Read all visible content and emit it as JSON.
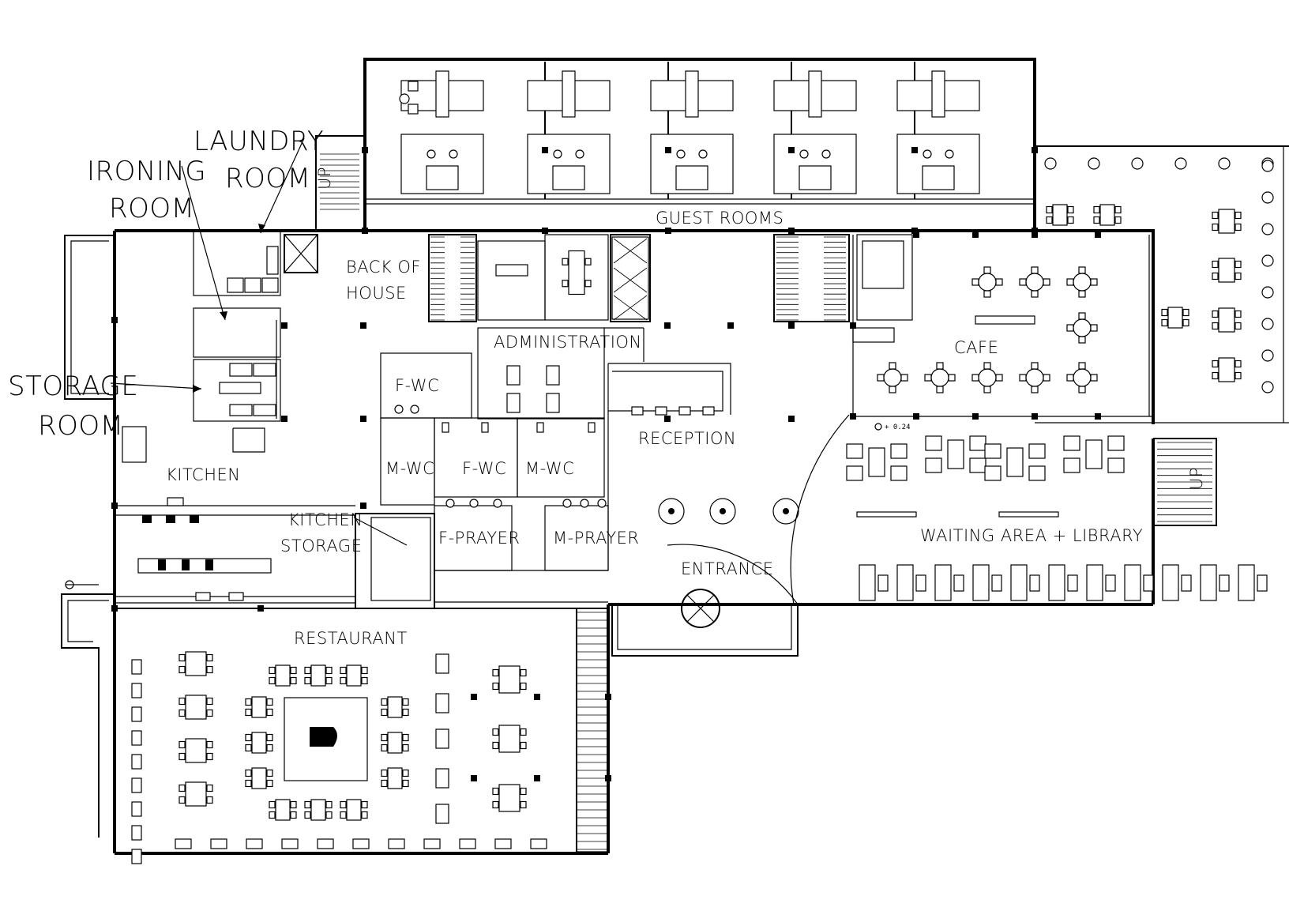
{
  "labels": {
    "guest_rooms": "GUEST ROOMS",
    "laundry_1": "LAUNDRY",
    "laundry_2": "ROOM",
    "ironing_1": "IRONING",
    "ironing_2": "ROOM",
    "storage_1": "STORAGE",
    "storage_2": "ROOM",
    "back_of_house_1": "BACK OF",
    "back_of_house_2": "HOUSE",
    "administration": "ADMINISTRATION",
    "kitchen": "KITCHEN",
    "kitchen_storage_1": "KITCHEN",
    "kitchen_storage_2": "STORAGE",
    "fwc_top": "F-WC",
    "mwc_left": "M-WC",
    "fwc_mid": "F-WC",
    "mwc_mid": "M-WC",
    "f_prayer": "F-PRAYER",
    "m_prayer": "M-PRAYER",
    "reception": "RECEPTION",
    "entrance": "ENTRANCE",
    "cafe": "CAFE",
    "waiting_library": "WAITING AREA +  LIBRARY",
    "restaurant": "RESTAURANT",
    "up_left": "UP",
    "up_right": "UP",
    "level_mark": "+ 0.24"
  }
}
